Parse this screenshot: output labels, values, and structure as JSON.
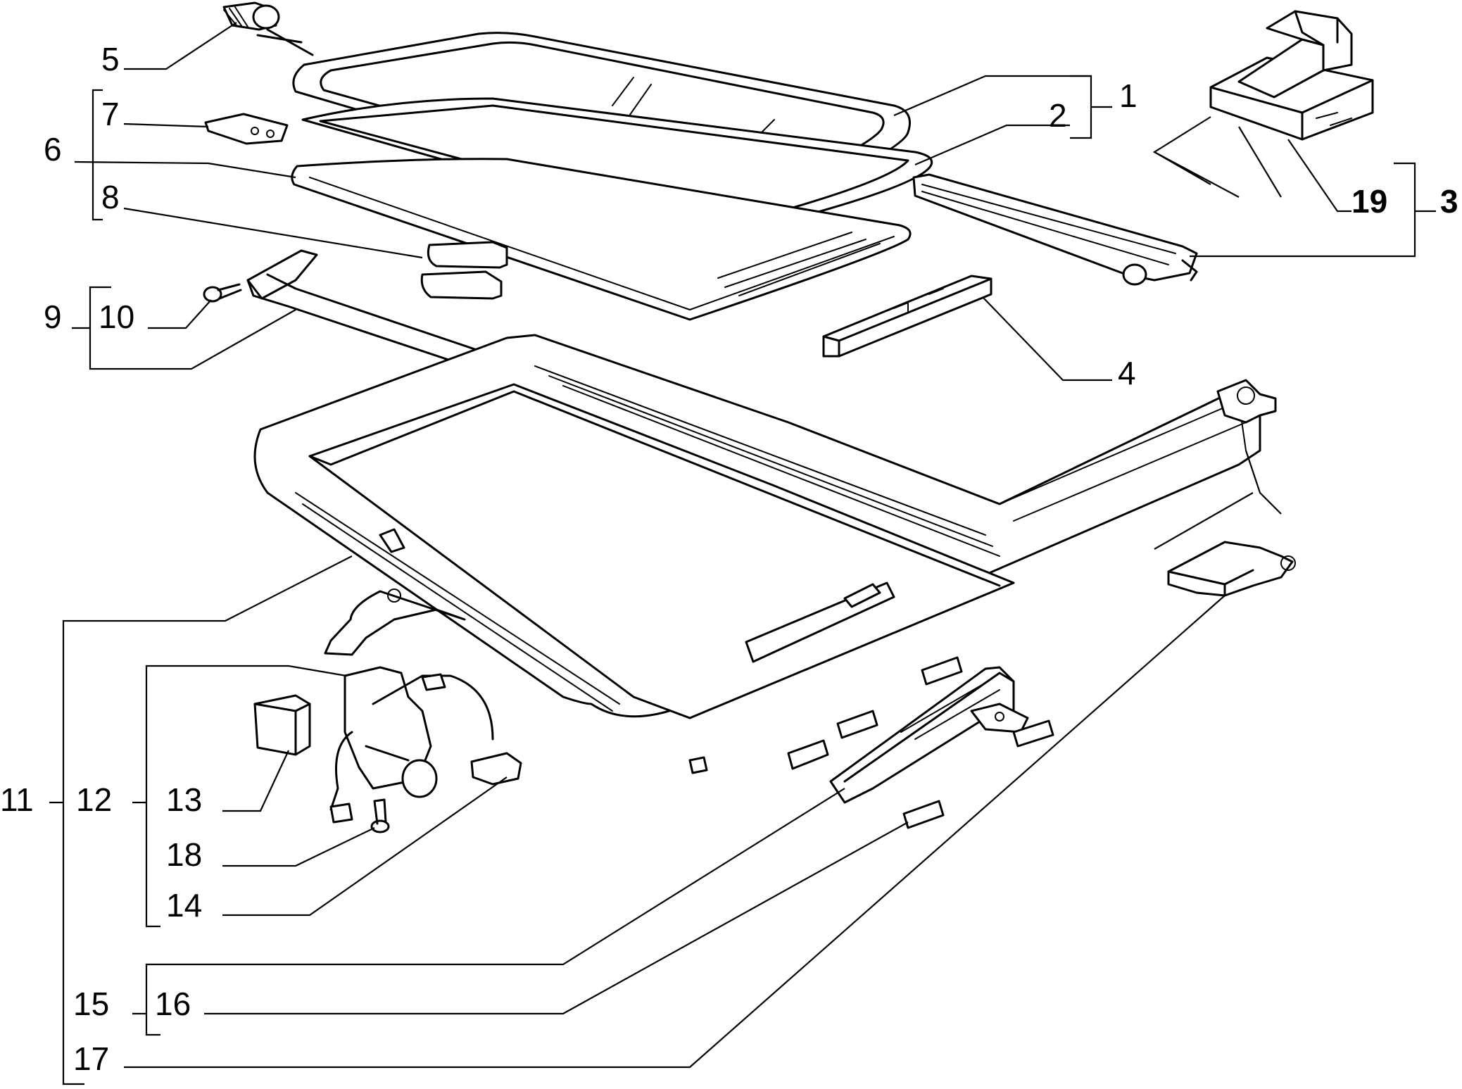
{
  "diagram": {
    "callouts": [
      {
        "id": "5",
        "label": "5"
      },
      {
        "id": "7",
        "label": "7"
      },
      {
        "id": "6",
        "label": "6"
      },
      {
        "id": "8",
        "label": "8"
      },
      {
        "id": "9",
        "label": "9"
      },
      {
        "id": "10",
        "label": "10"
      },
      {
        "id": "1",
        "label": "1"
      },
      {
        "id": "2",
        "label": "2"
      },
      {
        "id": "19",
        "label": "19"
      },
      {
        "id": "3",
        "label": "3"
      },
      {
        "id": "4",
        "label": "4"
      },
      {
        "id": "11",
        "label": "11"
      },
      {
        "id": "12",
        "label": "12"
      },
      {
        "id": "13",
        "label": "13"
      },
      {
        "id": "18",
        "label": "18"
      },
      {
        "id": "14",
        "label": "14"
      },
      {
        "id": "15",
        "label": "15"
      },
      {
        "id": "16",
        "label": "16"
      },
      {
        "id": "17",
        "label": "17"
      }
    ]
  }
}
